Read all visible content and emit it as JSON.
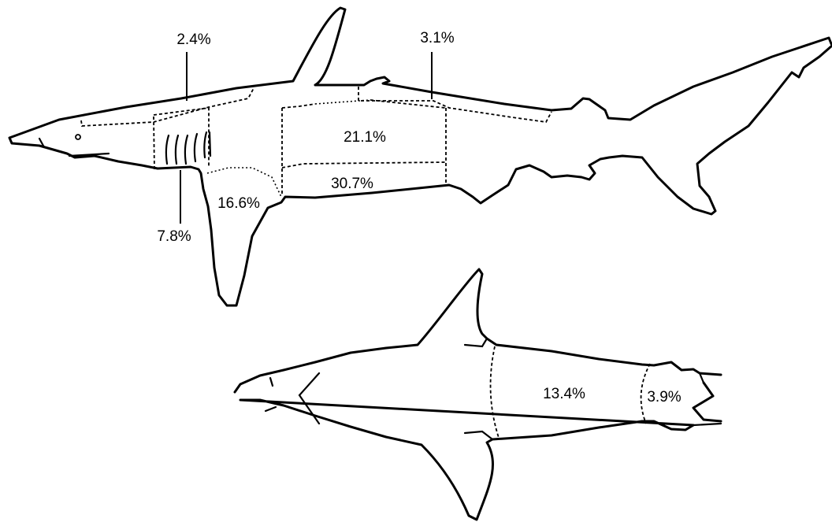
{
  "lateral_view": {
    "labels": {
      "first_dorsal": "2.4%",
      "second_dorsal": "3.1%",
      "gill_region": "7.8%",
      "pectoral_fin": "16.6%",
      "upper_trunk": "21.1%",
      "lower_trunk": "30.7%"
    }
  },
  "ventral_view": {
    "labels": {
      "trunk": "13.4%",
      "pelvic_region": "3.9%"
    }
  },
  "colors": {
    "line": "#000000",
    "background": "#ffffff"
  }
}
